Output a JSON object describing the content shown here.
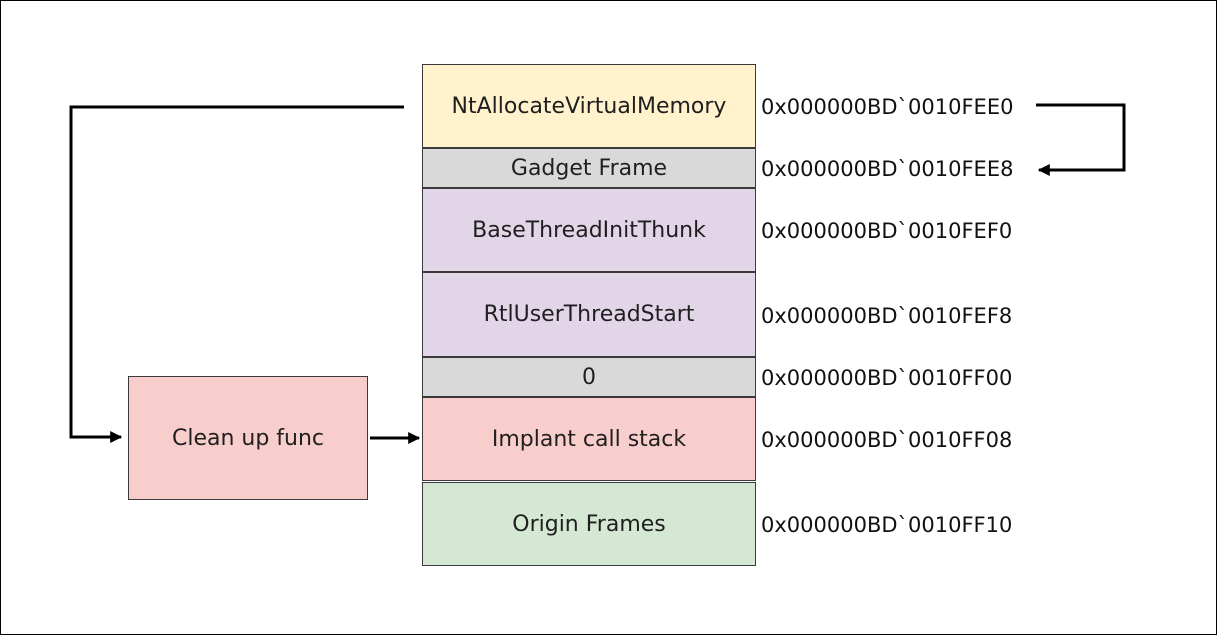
{
  "frames": [
    {
      "label": "NtAllocateVirtualMemory",
      "address": "0x000000BD`0010FEE0",
      "color": "#fff2cc"
    },
    {
      "label": "Gadget Frame",
      "address": "0x000000BD`0010FEE8",
      "color": "#d9d9d9"
    },
    {
      "label": "BaseThreadInitThunk",
      "address": "0x000000BD`0010FEF0",
      "color": "#e1d5e7"
    },
    {
      "label": "RtlUserThreadStart",
      "address": "0x000000BD`0010FEF8",
      "color": "#e1d5e7"
    },
    {
      "label": "0",
      "address": "0x000000BD`0010FF00",
      "color": "#d9d9d9"
    },
    {
      "label": "Implant call stack",
      "address": "0x000000BD`0010FF08",
      "color": "#f8cecc"
    },
    {
      "label": "Origin Frames",
      "address": "0x000000BD`0010FF10",
      "color": "#d5e8d4"
    }
  ],
  "cleanup": {
    "label": "Clean up func",
    "color": "#f8cecc"
  }
}
